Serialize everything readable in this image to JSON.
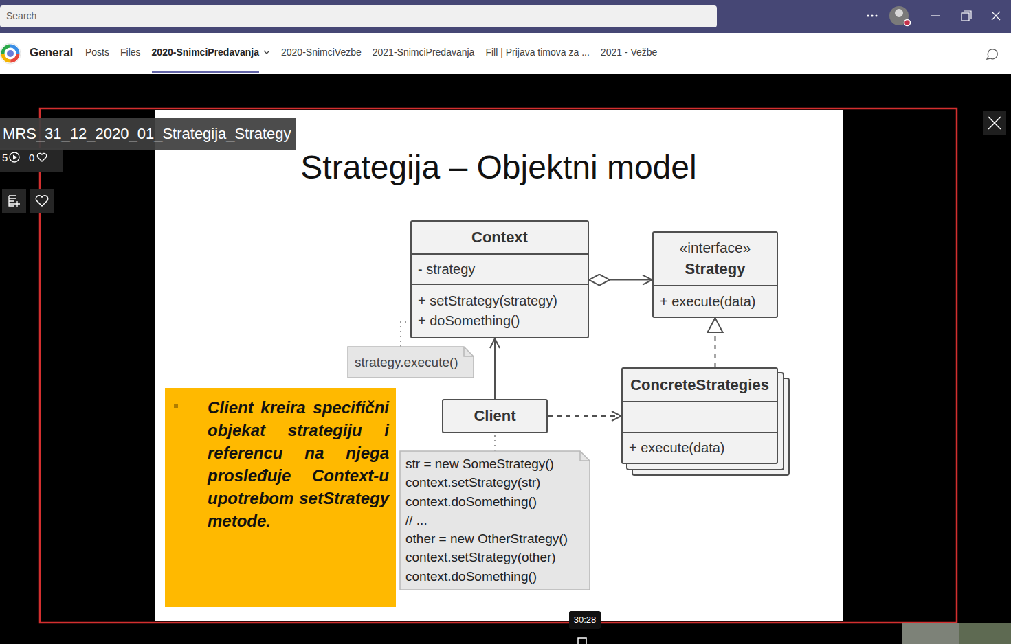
{
  "diagram": {
    "title": "Strategija – Objektni model",
    "nodes": [
      {
        "text": [
          "Context",
          "- strategy",
          "+ setStrategy(strategy)",
          "+ doSomething()"
        ]
      },
      {
        "text": [
          "«interface»",
          "Strategy",
          "+ execute(data)"
        ]
      },
      {
        "text": [
          "strategy.execute()"
        ]
      },
      {
        "text": [
          "ConcreteStrategies",
          "+ execute(data)"
        ]
      },
      {
        "text": [
          "Client kreira specifični objekat strategiju i referencu na njega prosleđuje Context-u upotrebom setStrategy metode."
        ]
      },
      {
        "text": [
          "Client"
        ]
      },
      {
        "text": [
          "str = new SomeStrategy()",
          "context.setStrategy(str)",
          "context.doSomething()",
          "// ...",
          "other = new OtherStrategy()",
          "context.setStrategy(other)",
          "context.doSomething()"
        ]
      }
    ],
    "edges": [
      {
        "from": 0,
        "to": 1,
        "arrow": "both"
      },
      {
        "from": 3,
        "to": 1,
        "arrow": "to"
      },
      {
        "from": 5,
        "to": 0,
        "arrow": "to"
      },
      {
        "from": 5,
        "to": 3,
        "arrow": "to"
      },
      {
        "from": 2,
        "to": 0,
        "arrow": "none"
      },
      {
        "from": 6,
        "to": 5,
        "arrow": "none"
      }
    ],
    "labels": [
      "Search",
      "General",
      "Posts",
      "Files",
      "2020-SnimciPredavanja",
      "2020-SnimciVezbe",
      "2021-SnimciPredavanja",
      "Fill | Prijava timova za ...",
      "2021 - Vežbe",
      "MRS_31_12_2020_01_Strategija_Strategy",
      "5",
      "0",
      "30:28"
    ]
  }
}
